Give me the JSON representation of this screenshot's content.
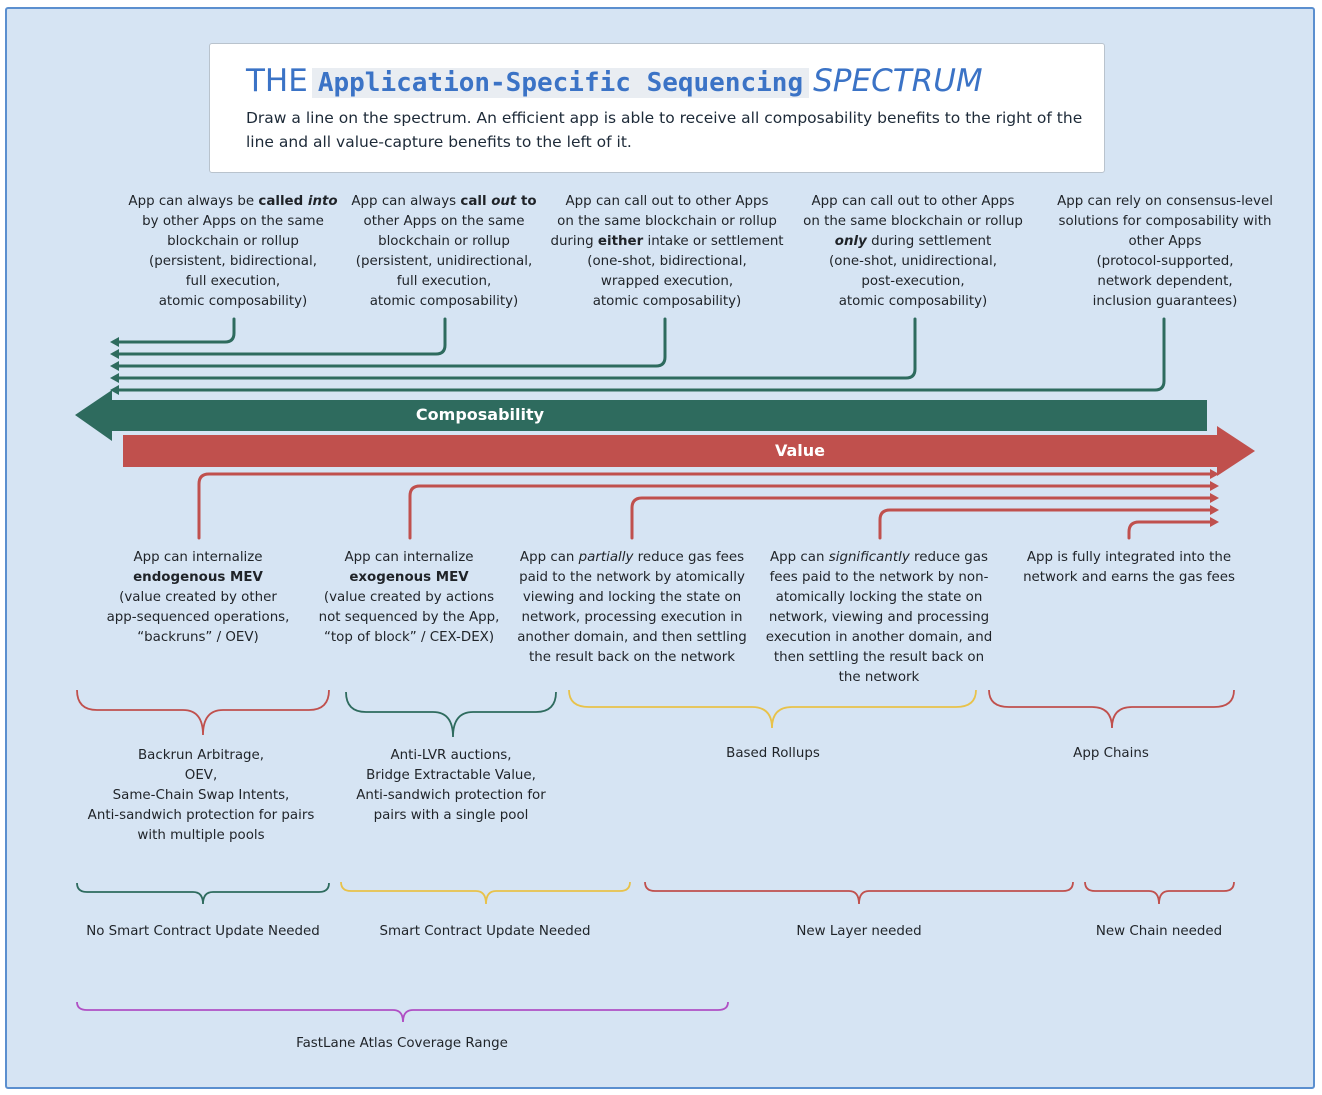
{
  "title": {
    "prefix": "THE",
    "highlight": "Application-Specific Sequencing",
    "suffix": "SPECTRUM",
    "subtitle": "Draw a line on the spectrum. An efficient app is able to receive all composability benefits to the right of the line and all value-capture benefits to the left of it."
  },
  "composability": {
    "label": "Composability",
    "items": [
      {
        "l1_pre": "App can always be ",
        "l1_b": "called",
        "l1_bi": " into",
        "l2": "by other Apps on the same",
        "l3": "blockchain or rollup",
        "l4": "(persistent, bidirectional,",
        "l5": "full execution,",
        "l6": "atomic composability)"
      },
      {
        "l1_pre": "App can always ",
        "l1_b": "call",
        "l1_bi": " out",
        "l1_b2": " to",
        "l2": "other Apps on the same",
        "l3": "blockchain or rollup",
        "l4": "(persistent, unidirectional,",
        "l5": "full execution,",
        "l6": "atomic composability)"
      },
      {
        "l1": "App can call out to other Apps",
        "l2": "on the same blockchain or rollup",
        "l3_pre": "during ",
        "l3_b": "either",
        "l3_post": " intake or settlement",
        "l4": "(one-shot, bidirectional,",
        "l5": "wrapped execution,",
        "l6": "atomic composability)"
      },
      {
        "l1": "App can call out to other Apps",
        "l2": "on the same blockchain or rollup",
        "l3_bi": "only",
        "l3_post": " during settlement",
        "l4": "(one-shot, unidirectional,",
        "l5": "post-execution,",
        "l6": "atomic  composability)"
      },
      {
        "l1": "App can rely on consensus-level",
        "l2": "solutions for composability with",
        "l3": "other Apps",
        "l4": "(protocol-supported,",
        "l5": "network dependent,",
        "l6": "inclusion guarantees)"
      }
    ]
  },
  "value": {
    "label": "Value",
    "items": [
      {
        "l1": "App can internalize",
        "l2_b": "endogenous MEV",
        "l3": "(value created by other",
        "l4": "app-sequenced operations,",
        "l5": "“backruns” / OEV)"
      },
      {
        "l1": "App can internalize",
        "l2_b": "exogenous MEV",
        "l3": "(value created by actions",
        "l4": "not sequenced by the App,",
        "l5": "“top of block” / CEX-DEX)"
      },
      {
        "l1_pre": "App can ",
        "l1_it": "partially",
        "l1_post": " reduce gas fees",
        "l2": "paid to the network by atomically",
        "l3": "viewing and locking the state on",
        "l4": "network, processing execution in",
        "l5": "another domain, and then settling",
        "l6": "the result back on the network"
      },
      {
        "l1_pre": "App can ",
        "l1_it": "significantly",
        "l1_post": " reduce gas",
        "l2": "fees paid to the network by non-",
        "l3": "atomically locking the state on",
        "l4": "network, viewing and processing",
        "l5": "execution in another domain, and",
        "l6": "then settling the result back on",
        "l7": "the network"
      },
      {
        "l1": "App is fully integrated into the",
        "l2": "network and earns the gas fees"
      }
    ]
  },
  "groups1": [
    {
      "lines": [
        "Backrun Arbitrage,",
        "OEV,",
        "Same-Chain Swap Intents,",
        "Anti-sandwich protection for pairs",
        "with multiple pools"
      ],
      "color": "#c0504d"
    },
    {
      "lines": [
        "Anti-LVR auctions,",
        "Bridge Extractable Value,",
        "Anti-sandwich protection for",
        "pairs with a single pool"
      ],
      "color": "#2e6b5e"
    },
    {
      "lines": [
        "Based Rollups"
      ],
      "color": "#e8c24a"
    },
    {
      "lines": [
        "App Chains"
      ],
      "color": "#c0504d"
    }
  ],
  "groups2": [
    {
      "label": "No Smart Contract Update Needed",
      "color": "#2e6b5e"
    },
    {
      "label": "Smart Contract Update Needed",
      "color": "#e8c24a"
    },
    {
      "label": "New Layer needed",
      "color": "#c0504d"
    },
    {
      "label": "New Chain needed",
      "color": "#c0504d"
    }
  ],
  "groups3": [
    {
      "label": "FastLane Atlas Coverage Range",
      "color": "#b04fc4"
    }
  ],
  "colors": {
    "green": "#2e6b5e",
    "red": "#c0504d",
    "yellow": "#e8c24a",
    "purple": "#b04fc4",
    "background": "#d6e4f3"
  }
}
